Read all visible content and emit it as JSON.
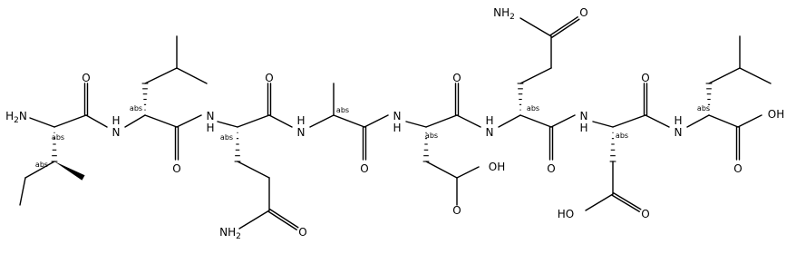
{
  "structure_labels": {
    "h2n": "H2N",
    "nh": "N",
    "h": "H",
    "o": "O",
    "oh": "OH",
    "ho": "HO",
    "nh2": "NH2",
    "abs": "abs"
  }
}
